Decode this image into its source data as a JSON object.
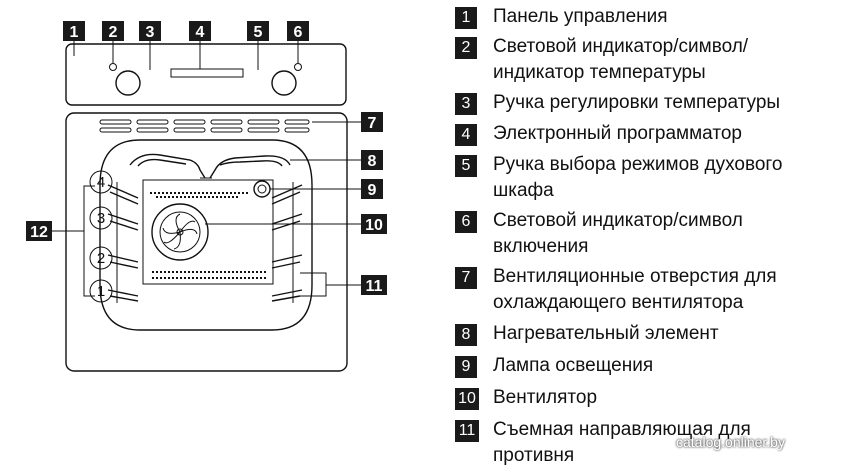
{
  "diagram": {
    "callouts": [
      "1",
      "2",
      "3",
      "4",
      "5",
      "6",
      "7",
      "8",
      "9",
      "10",
      "11",
      "12"
    ],
    "shelf_levels": [
      "4",
      "3",
      "2",
      "1"
    ]
  },
  "legend": [
    {
      "num": "1",
      "text": "Панель управления"
    },
    {
      "num": "2",
      "text": "Световой индикатор/символ/\nиндикатор температуры"
    },
    {
      "num": "3",
      "text": "Ручка регулировки температуры"
    },
    {
      "num": "4",
      "text": "Электронный программатор"
    },
    {
      "num": "5",
      "text": "Ручка выбора режимов духового\nшкафа"
    },
    {
      "num": "6",
      "text": "Световой индикатор/символ\nвключения"
    },
    {
      "num": "7",
      "text": "Вентиляционные отверстия для\nохлаждающего вентилятора"
    },
    {
      "num": "8",
      "text": "Нагревательный элемент"
    },
    {
      "num": "9",
      "text": "Лампа освещения"
    },
    {
      "num": "10",
      "text": "Вентилятор"
    },
    {
      "num": "11",
      "text": "Съемная направляющая для\nпротивня"
    }
  ],
  "watermark": "catalog.onliner.by",
  "colors": {
    "callout_bg": "#1a1a1a",
    "line": "#111111",
    "background": "#ffffff"
  }
}
